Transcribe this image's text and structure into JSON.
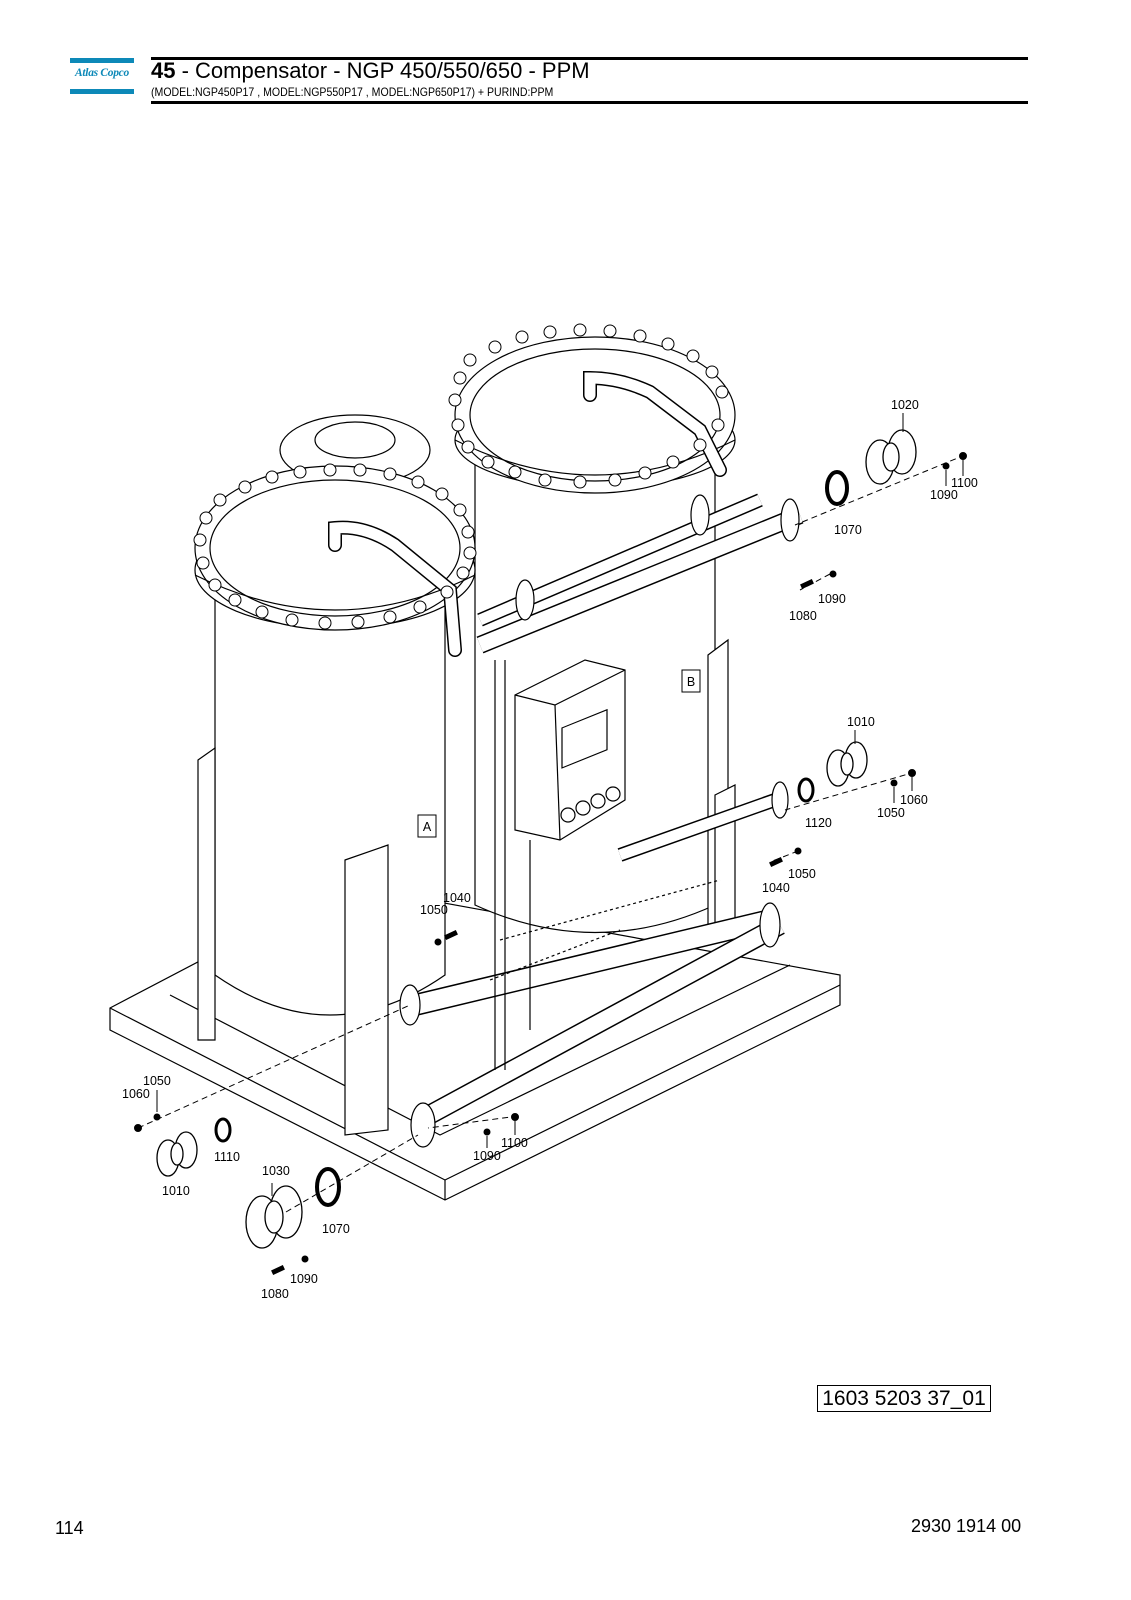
{
  "header": {
    "logo_text": "Atlas Copco",
    "section_number": "45",
    "title_rest": " - Compensator - NGP 450/550/650 - PPM",
    "subtitle": "(MODEL:NGP450P17 , MODEL:NGP550P17 , MODEL:NGP650P17) + PURIND:PPM"
  },
  "diagram": {
    "labels": {
      "l1020": "1020",
      "l1100a": "1100",
      "l1090a": "1090",
      "l1070a": "1070",
      "l1090b": "1090",
      "l1080a": "1080",
      "l1010a": "1010",
      "l1060a": "1060",
      "l1050a": "1050",
      "l1120": "1120",
      "l1050b": "1050",
      "l1040a": "1040",
      "l1040b": "1040",
      "l1050c": "1050",
      "l1050d": "1050",
      "l1060b": "1060",
      "l1110": "1110",
      "l1010b": "1010",
      "l1030": "1030",
      "l1070b": "1070",
      "l1090c": "1090",
      "l1080b": "1080",
      "l1090d": "1090",
      "l1100b": "1100"
    },
    "tank_markers": {
      "tank_a": "A",
      "tank_b": "B"
    }
  },
  "reference_number": "1603 5203 37_01",
  "footer": {
    "page_number": "114",
    "document_number": "2930 1914 00"
  }
}
